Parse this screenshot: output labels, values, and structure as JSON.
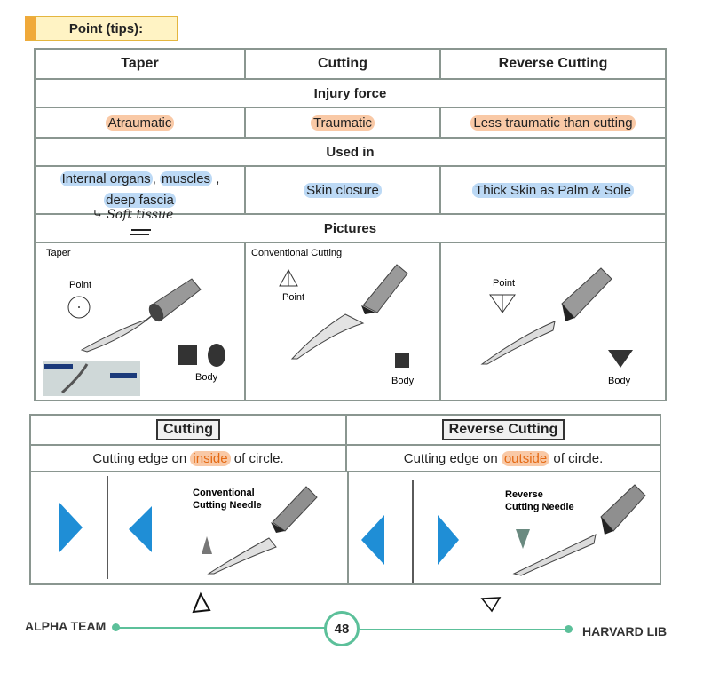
{
  "section_title": "Point (tips):",
  "table": {
    "headers": [
      "Taper",
      "Cutting",
      "Reverse Cutting"
    ],
    "injury_force_label": "Injury force",
    "injury": [
      "Atraumatic",
      "Traumatic",
      "Less traumatic than cutting"
    ],
    "used_in_label": "Used in",
    "used_in": {
      "taper_line1_a": "Internal organs",
      "taper_line1_sep": ", ",
      "taper_line1_b": "muscles",
      "taper_line1_end": " ,",
      "taper_line2": "deep fascia",
      "taper_note": "Soft tissue",
      "cutting": "Skin closure",
      "reverse": "Thick Skin as Palm & Sole"
    },
    "pictures_label": "Pictures",
    "pictures": {
      "taper": {
        "title": "Taper",
        "point": "Point",
        "body": "Body"
      },
      "cutting": {
        "title": "Conventional Cutting",
        "point": "Point",
        "body": "Body"
      },
      "reverse": {
        "point": "Point",
        "body": "Body"
      }
    }
  },
  "lower": {
    "cutting": {
      "title": "Cutting",
      "desc_before": "Cutting edge on ",
      "desc_hl": "inside",
      "desc_after": " of circle.",
      "needle_label_1": "Conventional",
      "needle_label_2": "Cutting Needle"
    },
    "reverse": {
      "title": "Reverse Cutting",
      "desc_before": "Cutting edge on ",
      "desc_hl": "outside",
      "desc_after": " of circle.",
      "needle_label_1": "Reverse",
      "needle_label_2": "Cutting Needle"
    }
  },
  "footer": {
    "left": "ALPHA TEAM",
    "page": "48",
    "right": "HARVARD LIB"
  },
  "colors": {
    "orange_highlight": "#f9c9a6",
    "blue_highlight": "#bcd9f5",
    "triangle_blue": "#1f8ed6",
    "footer_green": "#5cc09a"
  }
}
